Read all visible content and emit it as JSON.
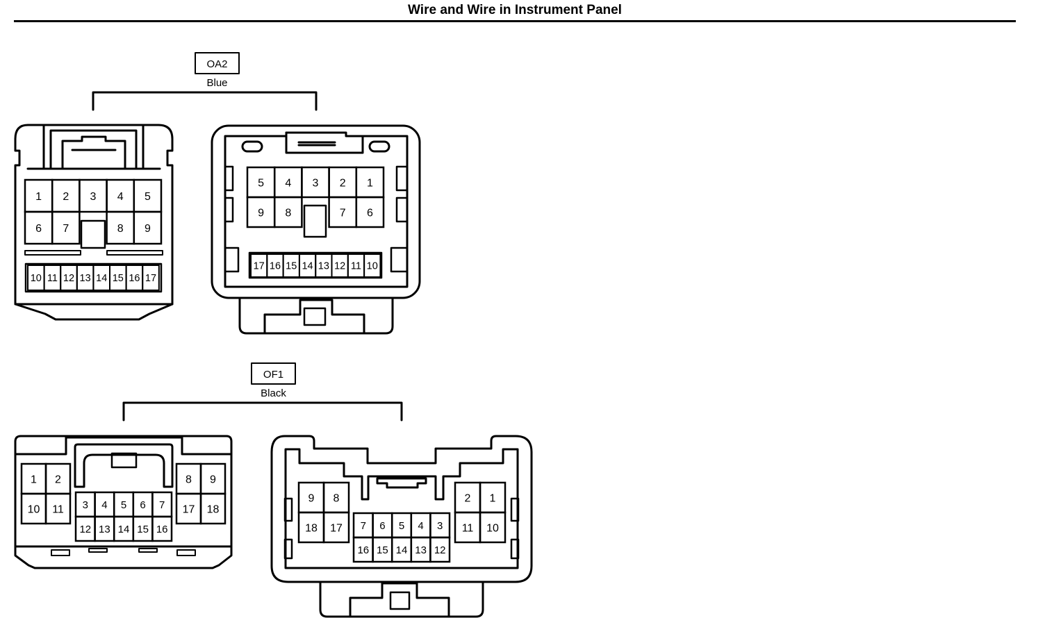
{
  "page": {
    "title": "Wire and Wire in Instrument Panel"
  },
  "connectors": [
    {
      "id": "OA2",
      "code": "OA2",
      "color": "Blue",
      "male": {
        "upper": [
          [
            "1",
            "2",
            "3",
            "4",
            "5"
          ],
          [
            "6",
            "7",
            "",
            "8",
            "9"
          ]
        ],
        "lower": [
          "10",
          "11",
          "12",
          "13",
          "14",
          "15",
          "16",
          "17"
        ]
      },
      "female": {
        "upper": [
          [
            "5",
            "4",
            "3",
            "2",
            "1"
          ],
          [
            "9",
            "8",
            "",
            "7",
            "6"
          ]
        ],
        "lower": [
          "17",
          "16",
          "15",
          "14",
          "13",
          "12",
          "11",
          "10"
        ]
      }
    },
    {
      "id": "OF1",
      "code": "OF1",
      "color": "Black",
      "male": {
        "left": [
          [
            "1",
            "2"
          ],
          [
            "10",
            "11"
          ]
        ],
        "center": [
          [
            "3",
            "4",
            "5",
            "6",
            "7"
          ],
          [
            "12",
            "13",
            "14",
            "15",
            "16"
          ]
        ],
        "right": [
          [
            "8",
            "9"
          ],
          [
            "17",
            "18"
          ]
        ]
      },
      "female": {
        "left": [
          [
            "9",
            "8"
          ],
          [
            "18",
            "17"
          ]
        ],
        "center": [
          [
            "7",
            "6",
            "5",
            "4",
            "3"
          ],
          [
            "16",
            "15",
            "14",
            "13",
            "12"
          ]
        ],
        "right": [
          [
            "2",
            "1"
          ],
          [
            "11",
            "10"
          ]
        ]
      }
    }
  ]
}
